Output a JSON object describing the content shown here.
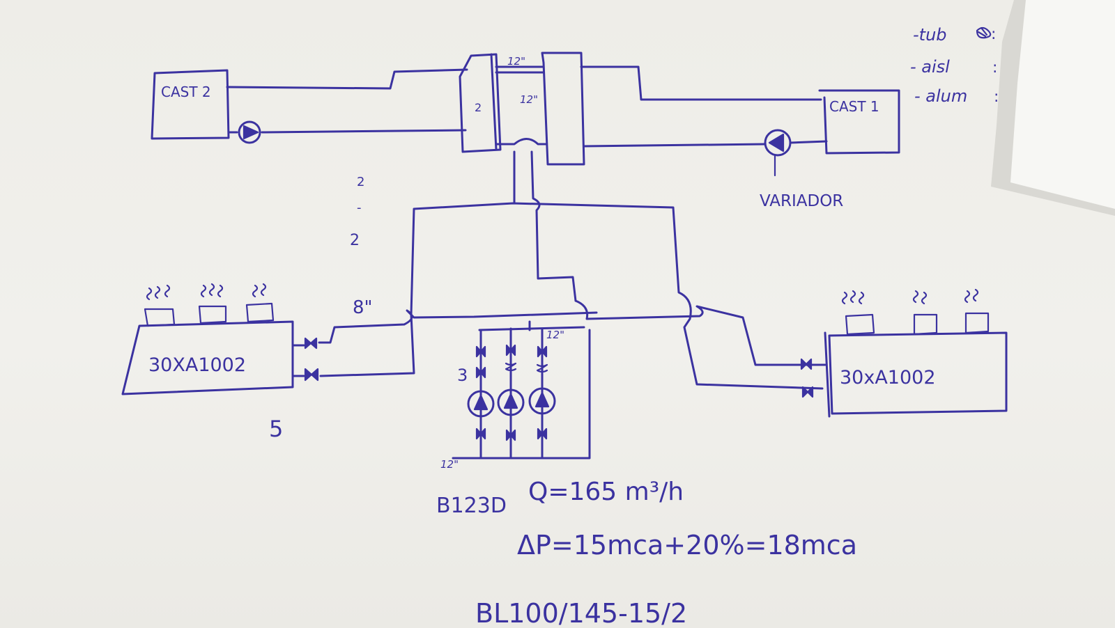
{
  "colors": {
    "ink": "#3b32a0",
    "paper": "#f0efea",
    "note": "#f6f6f3"
  },
  "units": {
    "cast2": "CAST 2",
    "cast1": "CAST 1"
  },
  "collector": {
    "left_mark": "2",
    "size_top": "12\"",
    "size_mid": "12\""
  },
  "variator": "VARIADOR",
  "legend": {
    "tub": "-tub",
    "aisl": "- aisl",
    "alum": "- alum",
    "colon": ":"
  },
  "margin_marks": {
    "a": "2",
    "b": "-",
    "c": "2"
  },
  "pipe_size_8": "8\"",
  "chillers": {
    "left": "30XA1002",
    "right": "30xA1002"
  },
  "left_count": "5",
  "pump_group": {
    "count": "3",
    "size_top": "12\"",
    "size_bottom": "12\""
  },
  "spec": {
    "model": "B123D",
    "flow": "Q=165 m³/h",
    "head": "ΔP=15mca+20%=18mca",
    "pump": "BL100/145-15/2"
  },
  "icons": [
    "pump-icon",
    "valve-icon",
    "steam-icon"
  ]
}
